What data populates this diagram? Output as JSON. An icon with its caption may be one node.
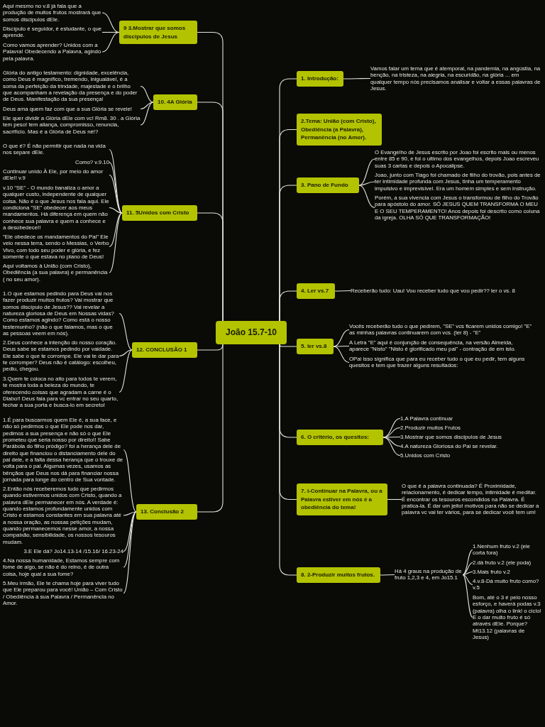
{
  "diagram": {
    "nodes": [
      {
        "text": [
          "João 15.7-10"
        ]
      },
      {
        "text": [
          "1. Introdução:"
        ]
      },
      {
        "text": [
          "Vamos falar um tema que é atemporal, na pandemia, na angústia, na benção, na tristeza, na alegria, na escuridão, na glória ... em qualquer tempo nós precisamos analisar e voltar a essas palavras de Jesus."
        ]
      },
      {
        "text": [
          "2.Tema: União (com Cristo), Obediência (a Palavra), Permanência (no Amor)."
        ]
      },
      {
        "text": [
          "3. Pano de Fundo"
        ]
      },
      {
        "text": [
          "O Evangelho de Jesus escrito por Joao foi escrito mais ou menos entre 85 e 90, e foi o ultimo dos evangelhos, depois Joao escreveu suas 3 cartas e depois o Apocalipse."
        ]
      },
      {
        "text": [
          "Joao, junto com Tiago foi chamado de filho do trovão, pois antes de ter intimidade profunda com Jesus, tinha um temperamento impulsivo e imprevisível. Era um homem simples e sem instrução."
        ]
      },
      {
        "text": [
          "Porém, a sua vivencia com Jesus o transformou de filho do Trovão para apóstolo do amor. SÓ JESUS QUEM TRANSFORMA O MEU E O SEU TEMPERAMENTO! Anos depois foi descrito como coluna da igreja. OLHA SÓ QUE TRANSFORMAÇÃO!"
        ]
      },
      {
        "text": [
          "4. Ler vs.7"
        ]
      },
      {
        "text": [
          "Receberão tudo: Uau! Vou receber tudo que vou pedir?? ler o vs. 8"
        ]
      },
      {
        "text": [
          "5. ler vs.8"
        ]
      },
      {
        "text": [
          "Vocês receberão tudo o que pedirem, \"SE\" vcs ficarem unidos comigo! \"E\" as minhas palavras continuarem com vcs. (ler 8) - \"E\""
        ]
      },
      {
        "text": [
          "A Letra \"E\" aqui é conjunção de consequência, na versão Almeida, aparece \"Nisto\" \"Nisto é glorificado meu pai\" - contração de em isto."
        ]
      },
      {
        "text": [
          "OPai isso significa que para eu receber tudo o que eu pedir, tem alguns quesitos e tem que trazer alguns resultados:"
        ]
      },
      {
        "text": [
          "6. O critério, os quesitos:"
        ]
      },
      {
        "text": [
          "1.A Palavra continuar"
        ]
      },
      {
        "text": [
          "2.Produzir muitos Frutos"
        ]
      },
      {
        "text": [
          "3.Mostrar que somos discipulos de Jesus"
        ]
      },
      {
        "text": [
          "4.A natureza Gloriosa do Pai se revelar."
        ]
      },
      {
        "text": [
          "5.Unidos com Cristo"
        ]
      },
      {
        "text": [
          "7. I-Continuar na Palavra, ou a Palavra estiver em nós é a obediência do tema!"
        ]
      },
      {
        "text": [
          "O que é a palavra continuada? É Proximidade, relacionamento, é dedicar tempo, intimidade é meditar. É encontrar os tesouros escondidos na Palavra. É pratica-la. É dar um jeito! motivos para não se dedicar a palavra vc vai ter vários, para se dedicar você tem um!"
        ]
      },
      {
        "text": [
          "8. 2-Produzir muitos frutos."
        ]
      },
      {
        "text": [
          "Há 4 graus na produção de fruto 1,2,3 e 4, em Jo15.1"
        ]
      },
      {
        "text": [
          "1.Nenhum fruto v.2 (ele corta fora)"
        ]
      },
      {
        "text": [
          "2.dá fruto v.2 (ele poda)"
        ]
      },
      {
        "text": [
          "3.Mais fruto v.2"
        ]
      },
      {
        "text": [
          "4.v.8-Dá muito fruto como? v.5"
        ]
      },
      {
        "text": [
          "Bom, até o 3 é pelo nosso esforço, e haverá podas v.3 (palavra) olha o link! o ciclo! E o dar muito fruto é só através dEle. Porque? Mt13.12 (palavras de Jesus)"
        ]
      },
      {
        "text": [
          "9 3.Mostrar que somos discipulos de Jesus"
        ]
      },
      {
        "text": [
          "Aqui mesmo no v.8 já fala que a produção de muitos frutos mostrará que somos discipulos dEle."
        ]
      },
      {
        "text": [
          "Discípulo é seguidor, é estudante, o que aprende."
        ]
      },
      {
        "text": [
          "Como vamos aprender? Unidos com a Palavra! Obedecendo a Palavra, agindo pela palavra."
        ]
      },
      {
        "text": [
          "10. 4A Glória"
        ]
      },
      {
        "text": [
          "Glória do antigo testamento: dignidade, excelência, como Deus é magnífico, tremendo, inigualável, é a soma da perfeição da trindade, majestade e o brilho que acompanham a revelação da presença e do poder de Deus. Manifestação da sua presença!"
        ]
      },
      {
        "text": [
          "Deus ama quem faz com que a sua Glória se revele!"
        ]
      },
      {
        "text": [
          "Ele quer dividir a Glória dEle com vc! Rm8. 30 . a Glória tem peso! tem aliança, compromisso, renuncia, sacrifício. Mas é a Glória de Deus né!?"
        ]
      },
      {
        "text": [
          "11. 5Unidos com Cristo"
        ]
      },
      {
        "text": [
          "O que é? É não permitir que nada na vida nos separe dEle."
        ]
      },
      {
        "text": [
          "Como? v.9.10"
        ]
      },
      {
        "text": [
          "Continuar unido À Ele, por meio do amor dEle!! v.9"
        ]
      },
      {
        "text": [
          "v.10 \"SE\" - O mundo banaliza o amor a qualquer custo, independente de qualquer coisa. Não é o que Jesus nos fala aqui. Ele condiciona \"SE\" obedecer aos meus mandamentos. Há diferença em quem não conhece sua palavra e quem a conhece e a desobedece!!"
        ]
      },
      {
        "text": [
          "\"Ele obedece os mandamentos do Pai\" Ele veio nessa terra, sendo o Messias, o Verbo Vivo, com todo seu poder e glória, e fez somente o que estava no plano de Deus!"
        ]
      },
      {
        "text": [
          "Aqui voltamos à União (com Cristo), Obediência (a sua palavra) e permanência ( no seu amor)."
        ]
      },
      {
        "text": [
          "12. CONCLUSÃO 1"
        ]
      },
      {
        "text": [
          "1.O que estamos pedindo para Deus vai nos fazer produzir muitos frutos? Vai mostrar que somos discípulo de Jesus?? Vai revelar a natureza gloriosa de Deus em Nossas vidas? Como estamos agindo? Como está o nosso testemunho? (não o que falamos, mas o que as pessoas veem em nós)."
        ]
      },
      {
        "text": [
          "2.Deus conhece a intenção do nosso coração. Deus sabe se estamos pedindo por vaidade. Ele sabe o que te corrompe. Ele vai te dar para te corromper? Deus não é catálogo: escolheu, pediu, chegou."
        ]
      },
      {
        "text": [
          "3.Quem te coloca no alto para todos te verem, te mostra toda a beleza do mundo, te oferecendo coisas que agradam a carne é o Diabo!! Deus fala para vc entrar no seu quarto, fechar a sua porta e busca-lo em secreto!"
        ]
      },
      {
        "text": [
          "13. Conclusão 2"
        ]
      },
      {
        "text": [
          "1.É para buscarmos quem Ele é, a sua face, e não só pedirmos o que Ele pode nos dar, pedimos a sua presença e não só o que Ele prometeu que seria nosso por direito!! Sabe Parábola do filho pródigo? foi a herança dele de direito que financiou o distanciamento dele do pai dele, e a falta dessa herança que o trouxe de volta para o pai. Algumas vezes, usamos as bênçãos que Deus nos dá para financiar nossa jornada para longe do centro de Sua vontade."
        ]
      },
      {
        "text": [
          "2.Então nós receberemos tudo que pedirmos quando estivermos unidos com Cristo, quando a palavra dEle permanecer em nós. A verdade é: quando estamos profundamente unidos com Cristo e estamos constantes em sua palavra até a nossa oração, as nossas petições mudam, quando permanecemos nesse amor, a nossa compaixão, sensibilidade, os nossos tesouros mudam."
        ]
      },
      {
        "text": [
          "3.E Ele dá? Jo14.13-14 /15.16/ 16.23-24"
        ]
      },
      {
        "text": [
          "4.Na nossa humanidade, Estamos sempre com fome de algo, se não é do reino, é de outra coisa, hoje qual a sua fome?"
        ]
      },
      {
        "text": [
          "5.Meu irmão, Ele te chama hoje para viver tudo que Ele preparou para você! União – Com Cristo / Obediência à sua Palavra / Permanência no Amor."
        ]
      }
    ],
    "edges": [
      {
        "from": 0,
        "to": 1,
        "arrow": "none"
      },
      {
        "from": 1,
        "to": 2,
        "arrow": "none"
      },
      {
        "from": 0,
        "to": 3,
        "arrow": "none"
      },
      {
        "from": 0,
        "to": 4,
        "arrow": "none"
      },
      {
        "from": 4,
        "to": 5,
        "arrow": "none"
      },
      {
        "from": 4,
        "to": 6,
        "arrow": "none"
      },
      {
        "from": 4,
        "to": 7,
        "arrow": "none"
      },
      {
        "from": 0,
        "to": 8,
        "arrow": "none"
      },
      {
        "from": 8,
        "to": 9,
        "arrow": "none"
      },
      {
        "from": 0,
        "to": 10,
        "arrow": "none"
      },
      {
        "from": 10,
        "to": 11,
        "arrow": "none"
      },
      {
        "from": 10,
        "to": 12,
        "arrow": "none"
      },
      {
        "from": 10,
        "to": 13,
        "arrow": "none"
      },
      {
        "from": 0,
        "to": 14,
        "arrow": "none"
      },
      {
        "from": 14,
        "to": 15,
        "arrow": "none"
      },
      {
        "from": 14,
        "to": 16,
        "arrow": "none"
      },
      {
        "from": 14,
        "to": 17,
        "arrow": "none"
      },
      {
        "from": 14,
        "to": 18,
        "arrow": "none"
      },
      {
        "from": 14,
        "to": 19,
        "arrow": "none"
      },
      {
        "from": 0,
        "to": 20,
        "arrow": "none"
      },
      {
        "from": 20,
        "to": 21,
        "arrow": "none"
      },
      {
        "from": 0,
        "to": 22,
        "arrow": "none"
      },
      {
        "from": 22,
        "to": 23,
        "arrow": "none"
      },
      {
        "from": 23,
        "to": 24,
        "arrow": "none"
      },
      {
        "from": 23,
        "to": 25,
        "arrow": "none"
      },
      {
        "from": 23,
        "to": 26,
        "arrow": "none"
      },
      {
        "from": 23,
        "to": 27,
        "arrow": "none"
      },
      {
        "from": 23,
        "to": 28,
        "arrow": "none"
      },
      {
        "from": 0,
        "to": 29,
        "arrow": "none"
      },
      {
        "from": 29,
        "to": 30,
        "arrow": "none"
      },
      {
        "from": 29,
        "to": 31,
        "arrow": "none"
      },
      {
        "from": 29,
        "to": 32,
        "arrow": "none"
      },
      {
        "from": 0,
        "to": 33,
        "arrow": "none"
      },
      {
        "from": 33,
        "to": 34,
        "arrow": "none"
      },
      {
        "from": 33,
        "to": 35,
        "arrow": "none"
      },
      {
        "from": 33,
        "to": 36,
        "arrow": "none"
      },
      {
        "from": 0,
        "to": 37,
        "arrow": "none"
      },
      {
        "from": 37,
        "to": 38,
        "arrow": "none"
      },
      {
        "from": 37,
        "to": 39,
        "arrow": "none"
      },
      {
        "from": 37,
        "to": 40,
        "arrow": "none"
      },
      {
        "from": 37,
        "to": 41,
        "arrow": "none"
      },
      {
        "from": 37,
        "to": 42,
        "arrow": "none"
      },
      {
        "from": 37,
        "to": 43,
        "arrow": "none"
      },
      {
        "from": 0,
        "to": 44,
        "arrow": "none"
      },
      {
        "from": 44,
        "to": 45,
        "arrow": "none"
      },
      {
        "from": 44,
        "to": 46,
        "arrow": "none"
      },
      {
        "from": 44,
        "to": 47,
        "arrow": "none"
      },
      {
        "from": 0,
        "to": 48,
        "arrow": "none"
      },
      {
        "from": 48,
        "to": 49,
        "arrow": "none"
      },
      {
        "from": 48,
        "to": 50,
        "arrow": "none"
      },
      {
        "from": 48,
        "to": 51,
        "arrow": "none"
      },
      {
        "from": 48,
        "to": 52,
        "arrow": "none"
      },
      {
        "from": 48,
        "to": 53,
        "arrow": "none"
      }
    ]
  }
}
